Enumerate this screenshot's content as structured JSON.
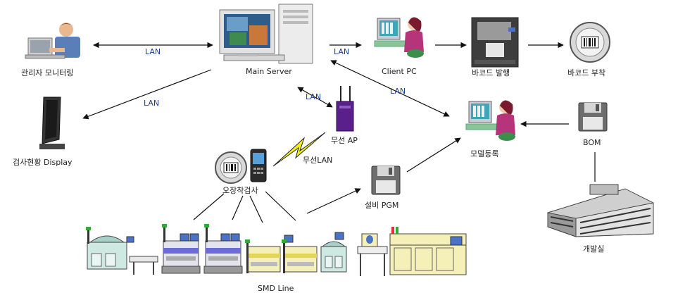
{
  "labels": {
    "admin": "관리자 모니터링",
    "server": "Main Server",
    "client": "Client PC",
    "barcode_print": "바코드 발행",
    "barcode_attach": "바코드 부착",
    "display": "검사현황 Display",
    "ap": "무선 AP",
    "wireless_lan": "무선LAN",
    "model_reg": "모델등록",
    "bom": "BOM",
    "inspection": "오장착검사",
    "equipment_pgm": "설비 PGM",
    "dev_room": "개발실",
    "smd_line": "SMD Line"
  },
  "lan_label": "LAN",
  "colors": {
    "lan": "#1b3f8f",
    "line": "#111111",
    "ap": "#5a1f8a",
    "bolt": "#f2ee1a"
  }
}
